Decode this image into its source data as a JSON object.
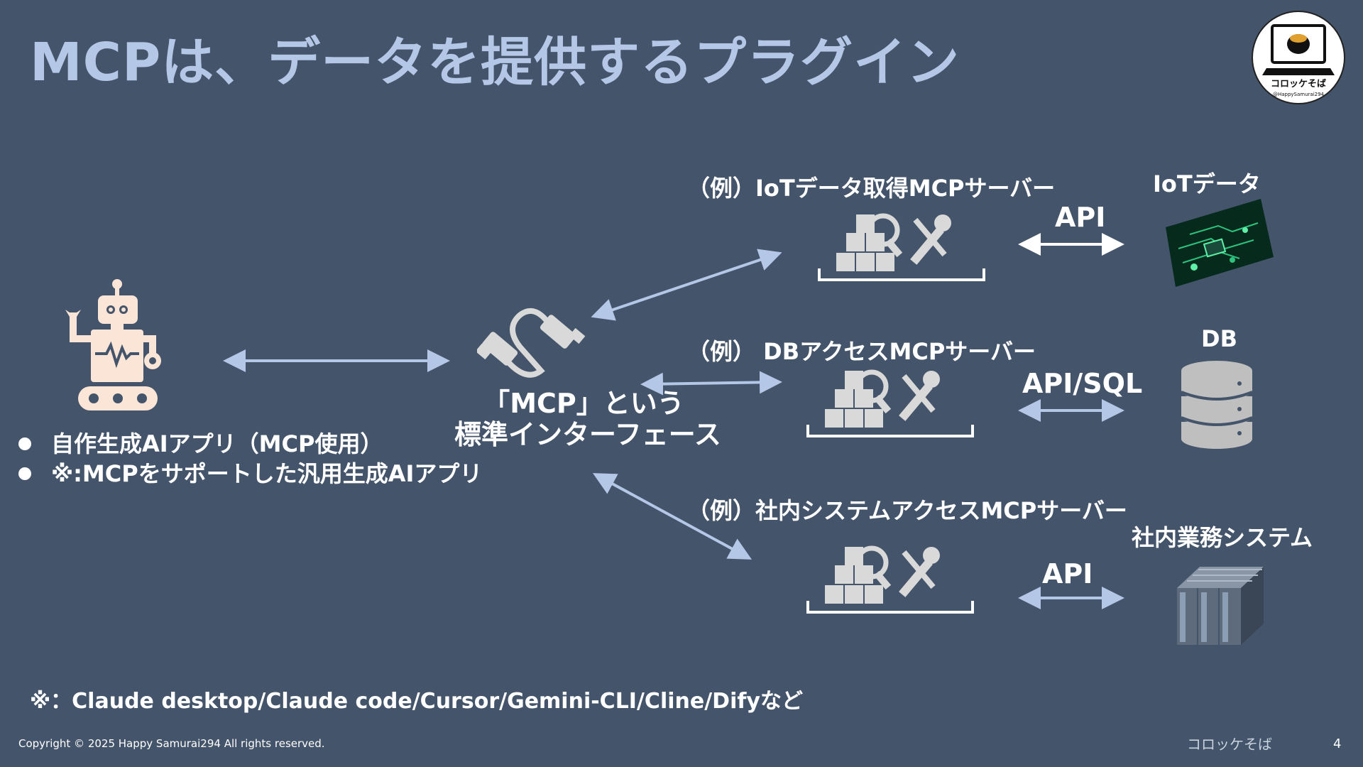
{
  "slide": {
    "title": "MCPは、データを提供するプラグイン",
    "mcp_caption_line1": "「MCP」という",
    "mcp_caption_line2": "標準インターフェース",
    "bullets": [
      "自作生成AIアプリ（MCP使用）",
      "※:MCPをサポートした汎用生成AIアプリ"
    ],
    "servers": [
      {
        "label": "（例）IoTデータ取得MCPサーバー",
        "api": "API",
        "target": "IoTデータ"
      },
      {
        "label": "（例） DBアクセスMCPサーバー",
        "api": "API/SQL",
        "target": "DB"
      },
      {
        "label": "（例）社内システムアクセスMCPサーバー",
        "api": "API",
        "target": "社内業務システム"
      }
    ],
    "footnote": "※：Claude desktop/Claude code/Cursor/Gemini-CLI/Cline/Difyなど",
    "copyright": "Copyright © 2025 Happy Samurai294 All rights reserved.",
    "brand_footer": "コロッケそば",
    "page_number": "4",
    "logo_text": "コロッケそば",
    "logo_subtext": "@HappySamurai294"
  },
  "colors": {
    "background": "#44546a",
    "title": "#b4c7e7",
    "arrow": "#b4c7e7",
    "icon_gray": "#d9d9d9",
    "robot": "#fbe5d6"
  },
  "icons": [
    "robot-icon",
    "usb-cable-icon",
    "server-tools-icon",
    "circuit-board-image",
    "database-icon",
    "server-rack-image",
    "logo-icon"
  ]
}
